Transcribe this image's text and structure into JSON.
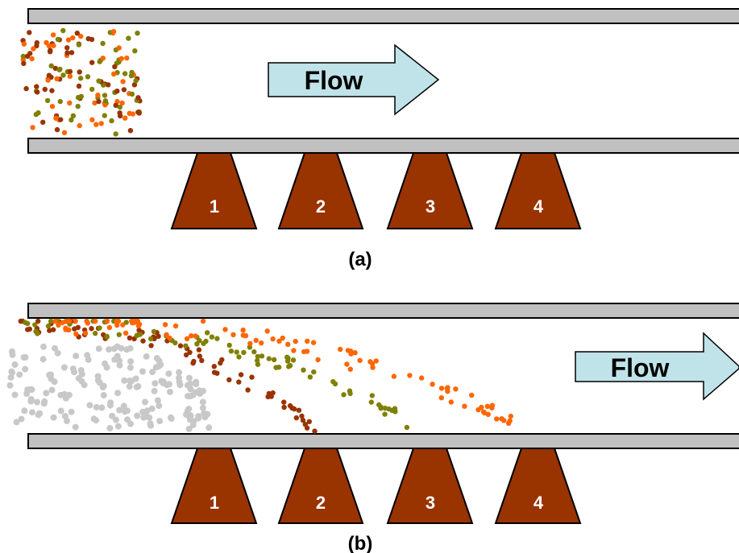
{
  "colors": {
    "wall": "#c0c0c0",
    "nozzle": "#993300",
    "arrow_fill": "#bfe3e8",
    "particle_orange": "#ff6600",
    "particle_olive": "#808000",
    "particle_brown": "#993300",
    "particle_gray": "#c8c8c8"
  },
  "panel_a": {
    "flow_label": "Flow",
    "caption": "(a)",
    "nozzles": [
      "1",
      "2",
      "3",
      "4"
    ]
  },
  "panel_b": {
    "flow_label": "Flow",
    "caption": "(b)",
    "nozzles": [
      "1",
      "2",
      "3",
      "4"
    ]
  }
}
